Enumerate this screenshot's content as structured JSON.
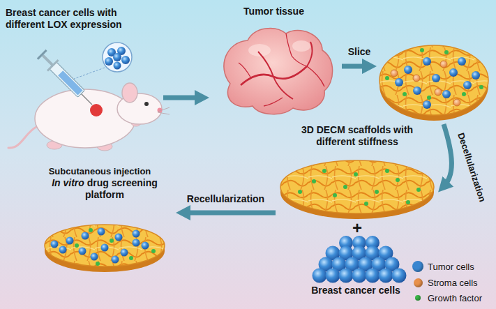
{
  "diagram": {
    "nodes": [
      {
        "text": [
          "Breast cancer cells with different LOX expression",
          "Subcutaneous injection"
        ]
      },
      {
        "text": [
          "Tumor tissue"
        ]
      },
      {
        "text": [
          "3D DECM scaffolds with different stiffness"
        ]
      },
      {
        "text": [
          "Breast cancer cells"
        ]
      },
      {
        "text": [
          "In vitro drug screening platform"
        ]
      }
    ],
    "edges": [
      {
        "from": 0,
        "to": 1,
        "arrow": "to"
      },
      {
        "from": 2,
        "to": 4,
        "label": "Recellularization",
        "arrow": "to"
      }
    ],
    "labels": [
      "Slice",
      "Decellularization",
      "+"
    ],
    "legend": [
      {
        "text": "Tumor cells",
        "color": "#3a86d0"
      },
      {
        "text": "Stroma cells",
        "color": "#e8904a"
      },
      {
        "text": "Growth factor",
        "color": "#3cb84a"
      }
    ]
  }
}
